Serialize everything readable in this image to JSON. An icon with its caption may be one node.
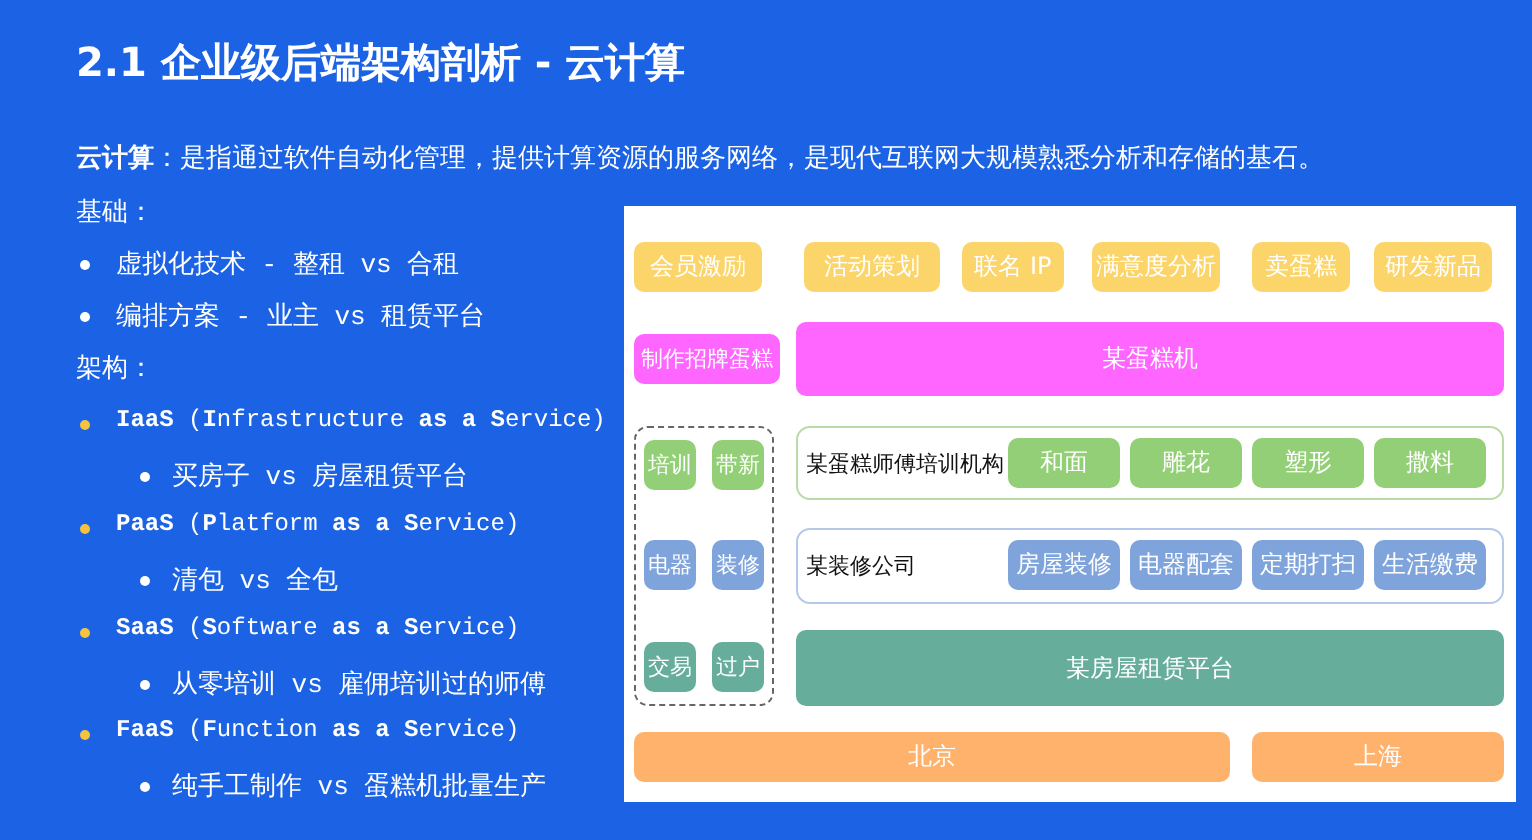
{
  "diagram": {
    "title": "2.1 企业级后端架构剖析 - 云计算",
    "nodes": [
      {
        "text": [
          "会员激励"
        ]
      },
      {
        "text": [
          "活动策划"
        ]
      },
      {
        "text": [
          "联名 IP"
        ]
      },
      {
        "text": [
          "满意度分析"
        ]
      },
      {
        "text": [
          "卖蛋糕"
        ]
      },
      {
        "text": [
          "研发新品"
        ]
      },
      {
        "text": [
          "制作招牌蛋糕"
        ]
      },
      {
        "text": [
          "某蛋糕机"
        ]
      },
      {
        "text": [],
        "shape": "box"
      },
      {
        "text": [
          "培训"
        ],
        "in": 8
      },
      {
        "text": [
          "带新"
        ],
        "in": 8
      },
      {
        "text": [
          "某蛋糕师傅培训机构"
        ]
      },
      {
        "text": [
          "和面"
        ],
        "in": 11
      },
      {
        "text": [
          "雕花"
        ],
        "in": 11
      },
      {
        "text": [
          "塑形"
        ],
        "in": 11
      },
      {
        "text": [
          "撒料"
        ],
        "in": 11
      },
      {
        "text": [
          "电器"
        ],
        "in": 8
      },
      {
        "text": [
          "装修"
        ],
        "in": 8
      },
      {
        "text": [
          "某装修公司"
        ]
      },
      {
        "text": [
          "房屋装修"
        ],
        "in": 18
      },
      {
        "text": [
          "电器配套"
        ],
        "in": 18
      },
      {
        "text": [
          "定期打扫"
        ],
        "in": 18
      },
      {
        "text": [
          "生活缴费"
        ],
        "in": 18
      },
      {
        "text": [
          "交易"
        ],
        "in": 8
      },
      {
        "text": [
          "过户"
        ],
        "in": 8
      },
      {
        "text": [
          "某房屋租赁平台"
        ]
      },
      {
        "text": [
          "北京"
        ]
      },
      {
        "text": [
          "上海"
        ]
      }
    ],
    "labels": [
      "**云计算**：是指通过软件自动化管理，提供计算资源的服务网络，是现代互联网大规模熟悉分析和存储的基石。",
      "基础：",
      "虚拟化技术 - 整租 vs 合租",
      "编排方案 - 业主 vs 租赁平台",
      "架构：",
      "**IaaS** (**I**nfrastructure **as** **a** **S**ervice)",
      "买房子 vs 房屋租赁平台",
      "**PaaS** (**P**latform **as** **a** **S**ervice)",
      "清包 vs 全包",
      "**SaaS** (**S**oftware **as** **a** **S**ervice)",
      "从零培训 vs 雇佣培训过的师傅",
      "**FaaS** (**F**unction **as** **a** **S**ervice)",
      "纯手工制作 vs 蛋糕机批量生产"
    ]
  }
}
